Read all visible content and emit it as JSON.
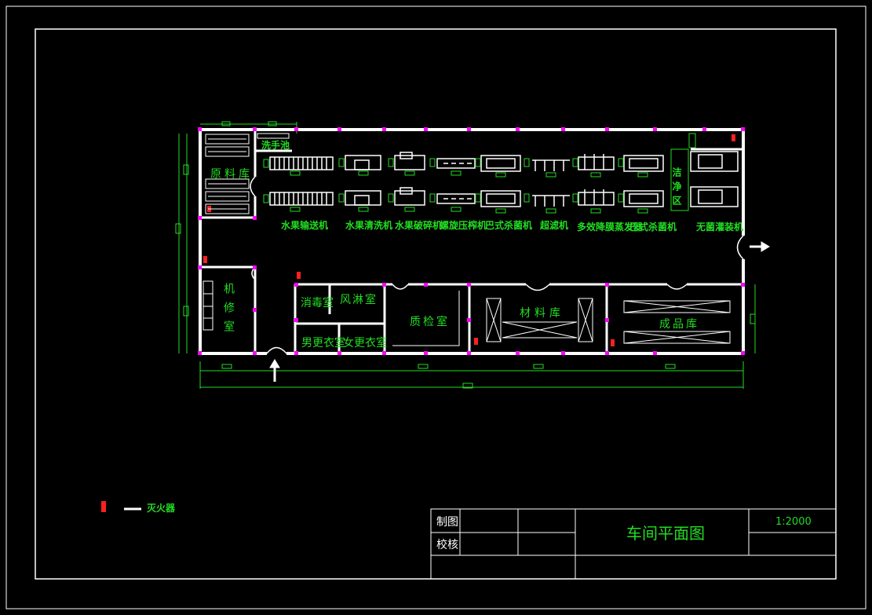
{
  "machines": [
    "水果输送机",
    "水果清洗机",
    "水果破碎机",
    "螺旋压榨机",
    "巴式杀菌机",
    "超滤机",
    "多效降膜蒸发器",
    "巴式杀菌机",
    "无菌灌装机"
  ],
  "rooms": {
    "raw": "原料库",
    "wash_pool": "洗手池",
    "clean_zone": "洁净区",
    "repair": "机修室",
    "disinfect": "消毒室",
    "air_shower": "风淋室",
    "male_locker": "男更衣室",
    "female_locker": "女更衣室",
    "qc": "质检室",
    "materials": "材料库",
    "finished": "成品库"
  },
  "legend": {
    "extinguisher": "灭火器"
  },
  "title_block": {
    "drawn_by": "制图",
    "checked_by": "校核",
    "title": "车间平面图",
    "scale": "1:2000"
  },
  "colors": {
    "wall": "#ffffff",
    "dimension": "#22dd22",
    "label": "#22dd22",
    "column": "#ff00ff",
    "extinguisher": "#ff2020"
  }
}
